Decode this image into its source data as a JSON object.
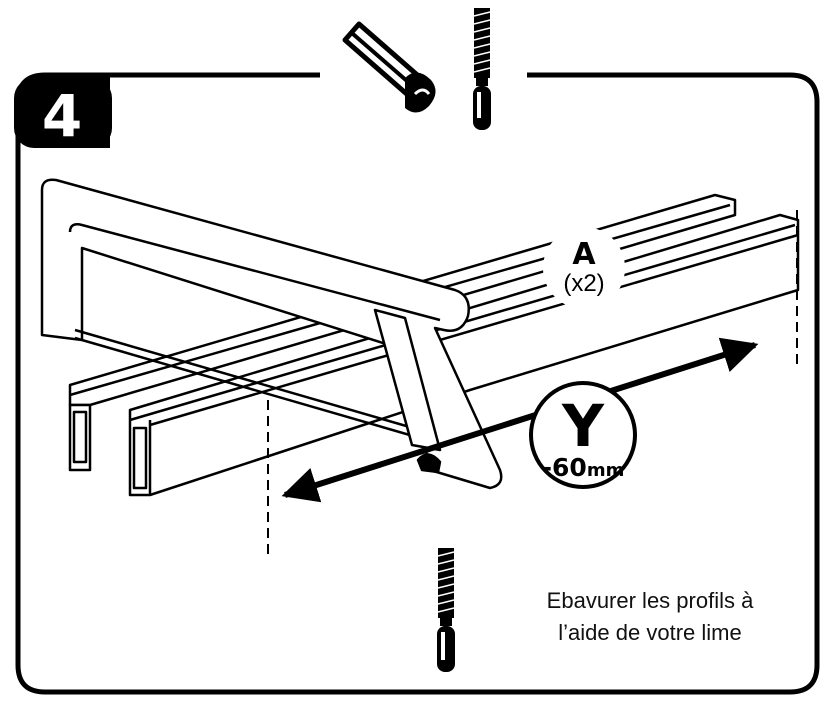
{
  "step": {
    "number": "4"
  },
  "tools": [
    "hacksaw-icon",
    "file-icon"
  ],
  "part": {
    "letter": "A",
    "quantity": "(x2)"
  },
  "dimension": {
    "letter": "Y",
    "value": "-60",
    "unit": "mm"
  },
  "instruction": {
    "line1": "Ebavurer les profils à",
    "line2": "l’aide de votre lime"
  },
  "colors": {
    "ink": "#000000",
    "background": "#ffffff",
    "badge_text": "#ffffff"
  }
}
